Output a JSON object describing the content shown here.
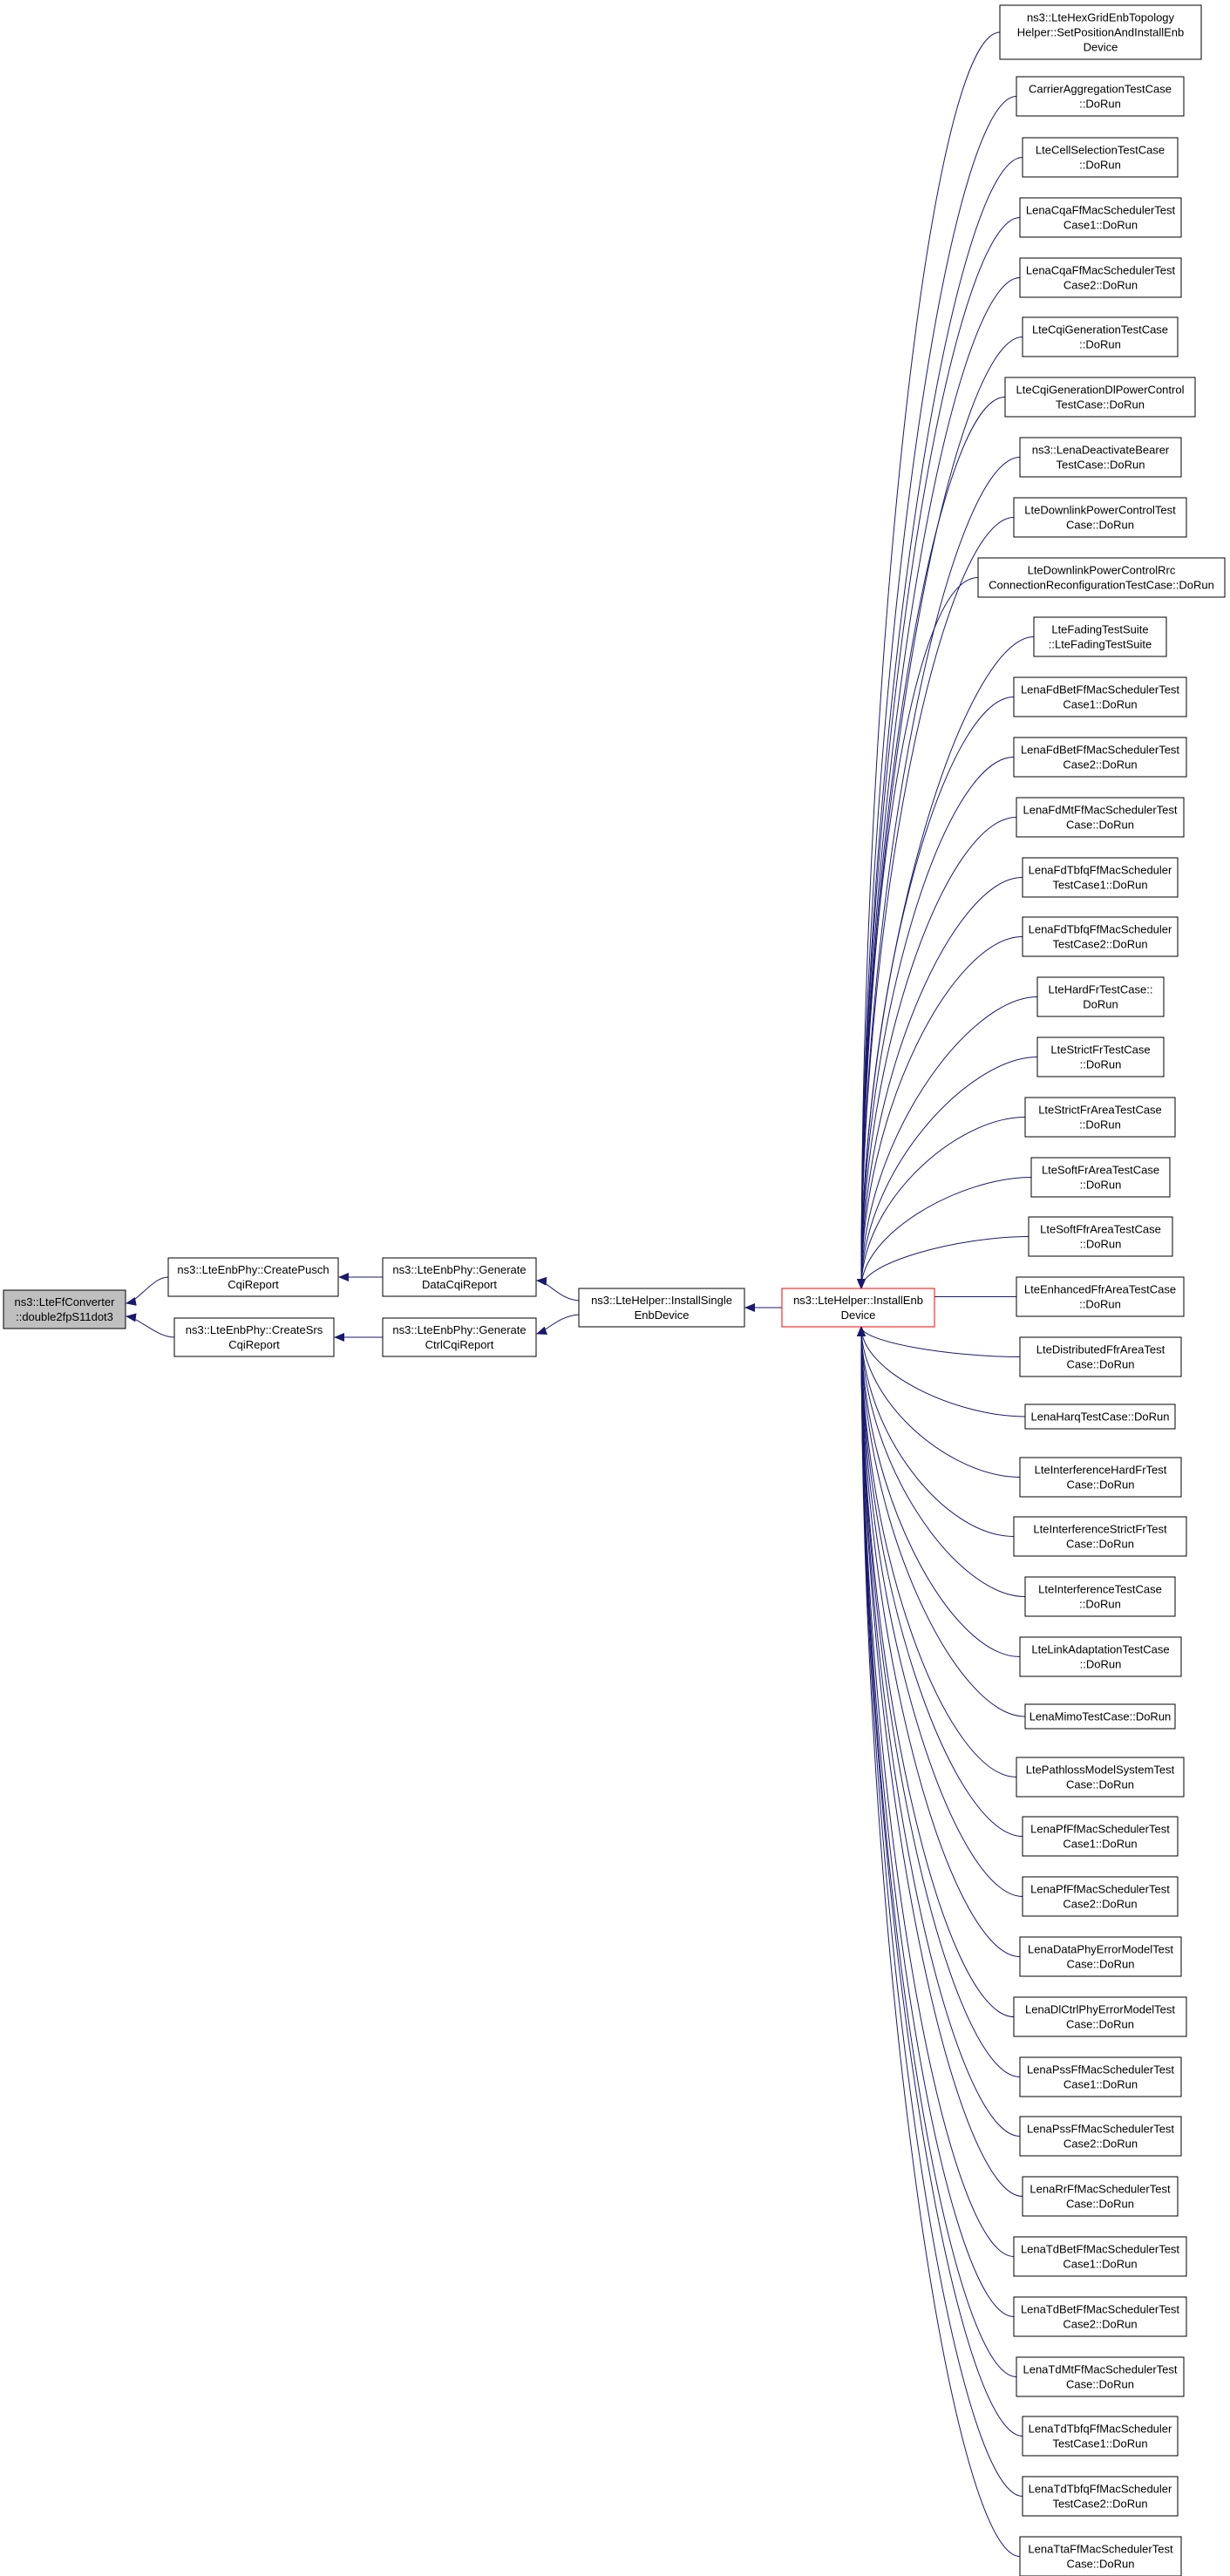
{
  "graph": {
    "colors": {
      "edge": "#191970",
      "node_border": "#000000",
      "node_fill": "#ffffff",
      "focus_fill": "#bfbfbf",
      "focus_border": "#000000",
      "highlight_border": "#ff0000"
    },
    "focus": {
      "id": "convert",
      "label": [
        "ns3::LteFfConverter",
        "::double2fpS11dot3"
      ]
    },
    "nodes": [
      {
        "id": "createPusch",
        "label": [
          "ns3::LteEnbPhy::CreatePusch",
          "CqiReport"
        ]
      },
      {
        "id": "createSrs",
        "label": [
          "ns3::LteEnbPhy::CreateSrs",
          "CqiReport"
        ]
      },
      {
        "id": "genData",
        "label": [
          "ns3::LteEnbPhy::Generate",
          "DataCqiReport"
        ]
      },
      {
        "id": "genCtrl",
        "label": [
          "ns3::LteEnbPhy::Generate",
          "CtrlCqiReport"
        ]
      },
      {
        "id": "installSingle",
        "label": [
          "ns3::LteHelper::InstallSingle",
          "EnbDevice"
        ]
      },
      {
        "id": "installEnb",
        "label": [
          "ns3::LteHelper::InstallEnb",
          "Device"
        ],
        "highlight": true
      }
    ],
    "callers": [
      {
        "label": [
          "ns3::LteHexGridEnbTopology",
          "Helper::SetPositionAndInstallEnb",
          "Device"
        ]
      },
      {
        "label": [
          "CarrierAggregationTestCase",
          "::DoRun"
        ]
      },
      {
        "label": [
          "LteCellSelectionTestCase",
          "::DoRun"
        ]
      },
      {
        "label": [
          "LenaCqaFfMacSchedulerTest",
          "Case1::DoRun"
        ]
      },
      {
        "label": [
          "LenaCqaFfMacSchedulerTest",
          "Case2::DoRun"
        ]
      },
      {
        "label": [
          "LteCqiGenerationTestCase",
          "::DoRun"
        ]
      },
      {
        "label": [
          "LteCqiGenerationDlPowerControl",
          "TestCase::DoRun"
        ]
      },
      {
        "label": [
          "ns3::LenaDeactivateBearer",
          "TestCase::DoRun"
        ]
      },
      {
        "label": [
          "LteDownlinkPowerControlTest",
          "Case::DoRun"
        ]
      },
      {
        "label": [
          "LteDownlinkPowerControlRrc",
          "ConnectionReconfigurationTestCase::DoRun"
        ]
      },
      {
        "label": [
          "LteFadingTestSuite",
          "::LteFadingTestSuite"
        ]
      },
      {
        "label": [
          "LenaFdBetFfMacSchedulerTest",
          "Case1::DoRun"
        ]
      },
      {
        "label": [
          "LenaFdBetFfMacSchedulerTest",
          "Case2::DoRun"
        ]
      },
      {
        "label": [
          "LenaFdMtFfMacSchedulerTest",
          "Case::DoRun"
        ]
      },
      {
        "label": [
          "LenaFdTbfqFfMacScheduler",
          "TestCase1::DoRun"
        ]
      },
      {
        "label": [
          "LenaFdTbfqFfMacScheduler",
          "TestCase2::DoRun"
        ]
      },
      {
        "label": [
          "LteHardFrTestCase::",
          "DoRun"
        ]
      },
      {
        "label": [
          "LteStrictFrTestCase",
          "::DoRun"
        ]
      },
      {
        "label": [
          "LteStrictFrAreaTestCase",
          "::DoRun"
        ]
      },
      {
        "label": [
          "LteSoftFrAreaTestCase",
          "::DoRun"
        ]
      },
      {
        "label": [
          "LteSoftFfrAreaTestCase",
          "::DoRun"
        ]
      },
      {
        "label": [
          "LteEnhancedFfrAreaTestCase",
          "::DoRun"
        ]
      },
      {
        "label": [
          "LteDistributedFfrAreaTest",
          "Case::DoRun"
        ]
      },
      {
        "label": [
          "LenaHarqTestCase::DoRun"
        ]
      },
      {
        "label": [
          "LteInterferenceHardFrTest",
          "Case::DoRun"
        ]
      },
      {
        "label": [
          "LteInterferenceStrictFrTest",
          "Case::DoRun"
        ]
      },
      {
        "label": [
          "LteInterferenceTestCase",
          "::DoRun"
        ]
      },
      {
        "label": [
          "LteLinkAdaptationTestCase",
          "::DoRun"
        ]
      },
      {
        "label": [
          "LenaMimoTestCase::DoRun"
        ]
      },
      {
        "label": [
          "LtePathlossModelSystemTest",
          "Case::DoRun"
        ]
      },
      {
        "label": [
          "LenaPfFfMacSchedulerTest",
          "Case1::DoRun"
        ]
      },
      {
        "label": [
          "LenaPfFfMacSchedulerTest",
          "Case2::DoRun"
        ]
      },
      {
        "label": [
          "LenaDataPhyErrorModelTest",
          "Case::DoRun"
        ]
      },
      {
        "label": [
          "LenaDlCtrlPhyErrorModelTest",
          "Case::DoRun"
        ]
      },
      {
        "label": [
          "LenaPssFfMacSchedulerTest",
          "Case1::DoRun"
        ]
      },
      {
        "label": [
          "LenaPssFfMacSchedulerTest",
          "Case2::DoRun"
        ]
      },
      {
        "label": [
          "LenaRrFfMacSchedulerTest",
          "Case::DoRun"
        ]
      },
      {
        "label": [
          "LenaTdBetFfMacSchedulerTest",
          "Case1::DoRun"
        ]
      },
      {
        "label": [
          "LenaTdBetFfMacSchedulerTest",
          "Case2::DoRun"
        ]
      },
      {
        "label": [
          "LenaTdMtFfMacSchedulerTest",
          "Case::DoRun"
        ]
      },
      {
        "label": [
          "LenaTdTbfqFfMacScheduler",
          "TestCase1::DoRun"
        ]
      },
      {
        "label": [
          "LenaTdTbfqFfMacScheduler",
          "TestCase2::DoRun"
        ]
      },
      {
        "label": [
          "LenaTtaFfMacSchedulerTest",
          "Case::DoRun"
        ]
      }
    ]
  }
}
